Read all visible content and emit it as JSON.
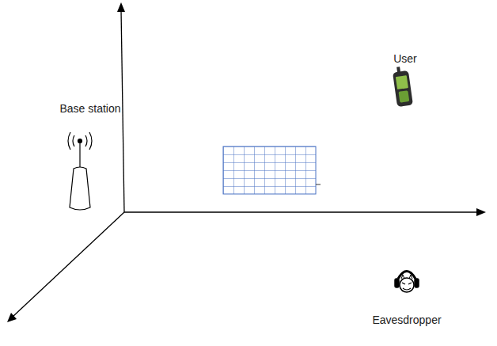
{
  "diagram": {
    "labels": [
      "Base station",
      "User",
      "Eavesdropper"
    ]
  }
}
